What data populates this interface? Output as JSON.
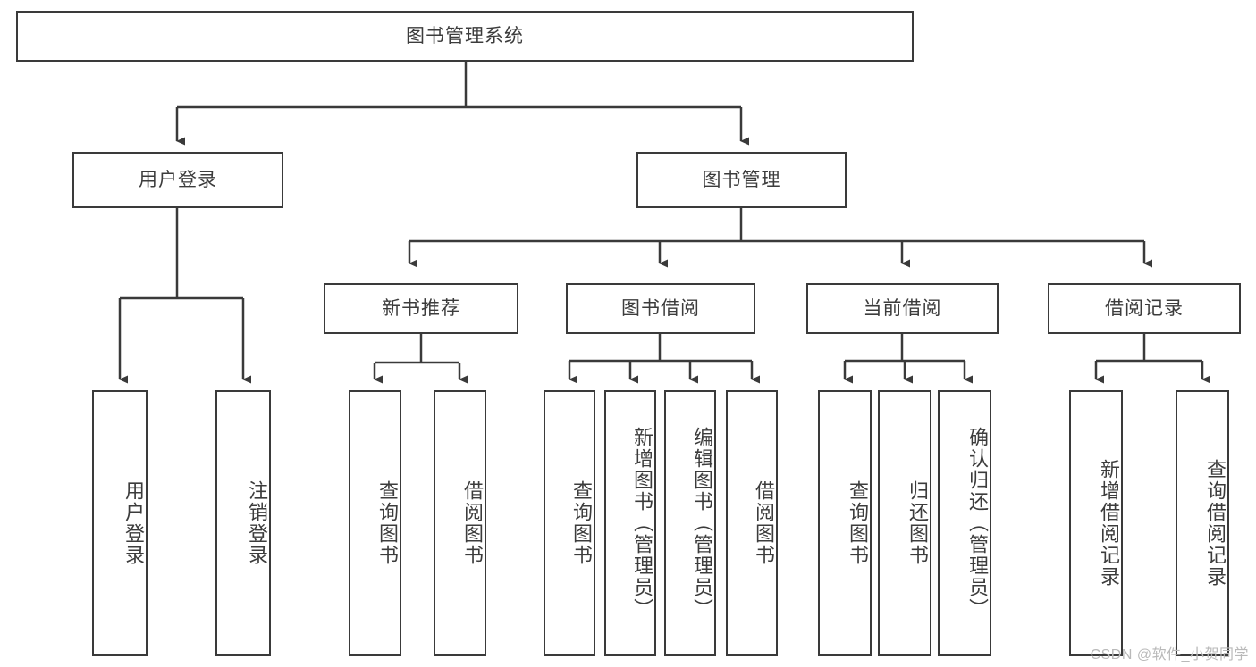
{
  "diagram": {
    "title": "图书管理系统",
    "watermark": "CSDN @软件_小贺同学",
    "colors": {
      "stroke": "#3a3a3a",
      "text": "#3c3c3c",
      "background": "#ffffff",
      "watermark": "#b9b9b9"
    },
    "levels": {
      "root": {
        "label": "图书管理系统"
      },
      "level2": [
        {
          "label": "用户登录"
        },
        {
          "label": "图书管理"
        }
      ],
      "level3": [
        {
          "label": "新书推荐"
        },
        {
          "label": "图书借阅"
        },
        {
          "label": "当前借阅"
        },
        {
          "label": "借阅记录"
        }
      ],
      "leaves": {
        "user_login": [
          {
            "label": "用户登录"
          },
          {
            "label": "注销登录"
          }
        ],
        "new_book_recommend": [
          {
            "label": "查询图书"
          },
          {
            "label": "借阅图书"
          }
        ],
        "book_borrow": [
          {
            "label": "查询图书"
          },
          {
            "label": "新增图书（管理员）"
          },
          {
            "label": "编辑图书（管理员）"
          },
          {
            "label": "借阅图书"
          }
        ],
        "current_borrow": [
          {
            "label": "查询图书"
          },
          {
            "label": "归还图书"
          },
          {
            "label": "确认归还（管理员）"
          }
        ],
        "borrow_record": [
          {
            "label": "新增借阅记录"
          },
          {
            "label": "查询借阅记录"
          }
        ]
      }
    }
  }
}
